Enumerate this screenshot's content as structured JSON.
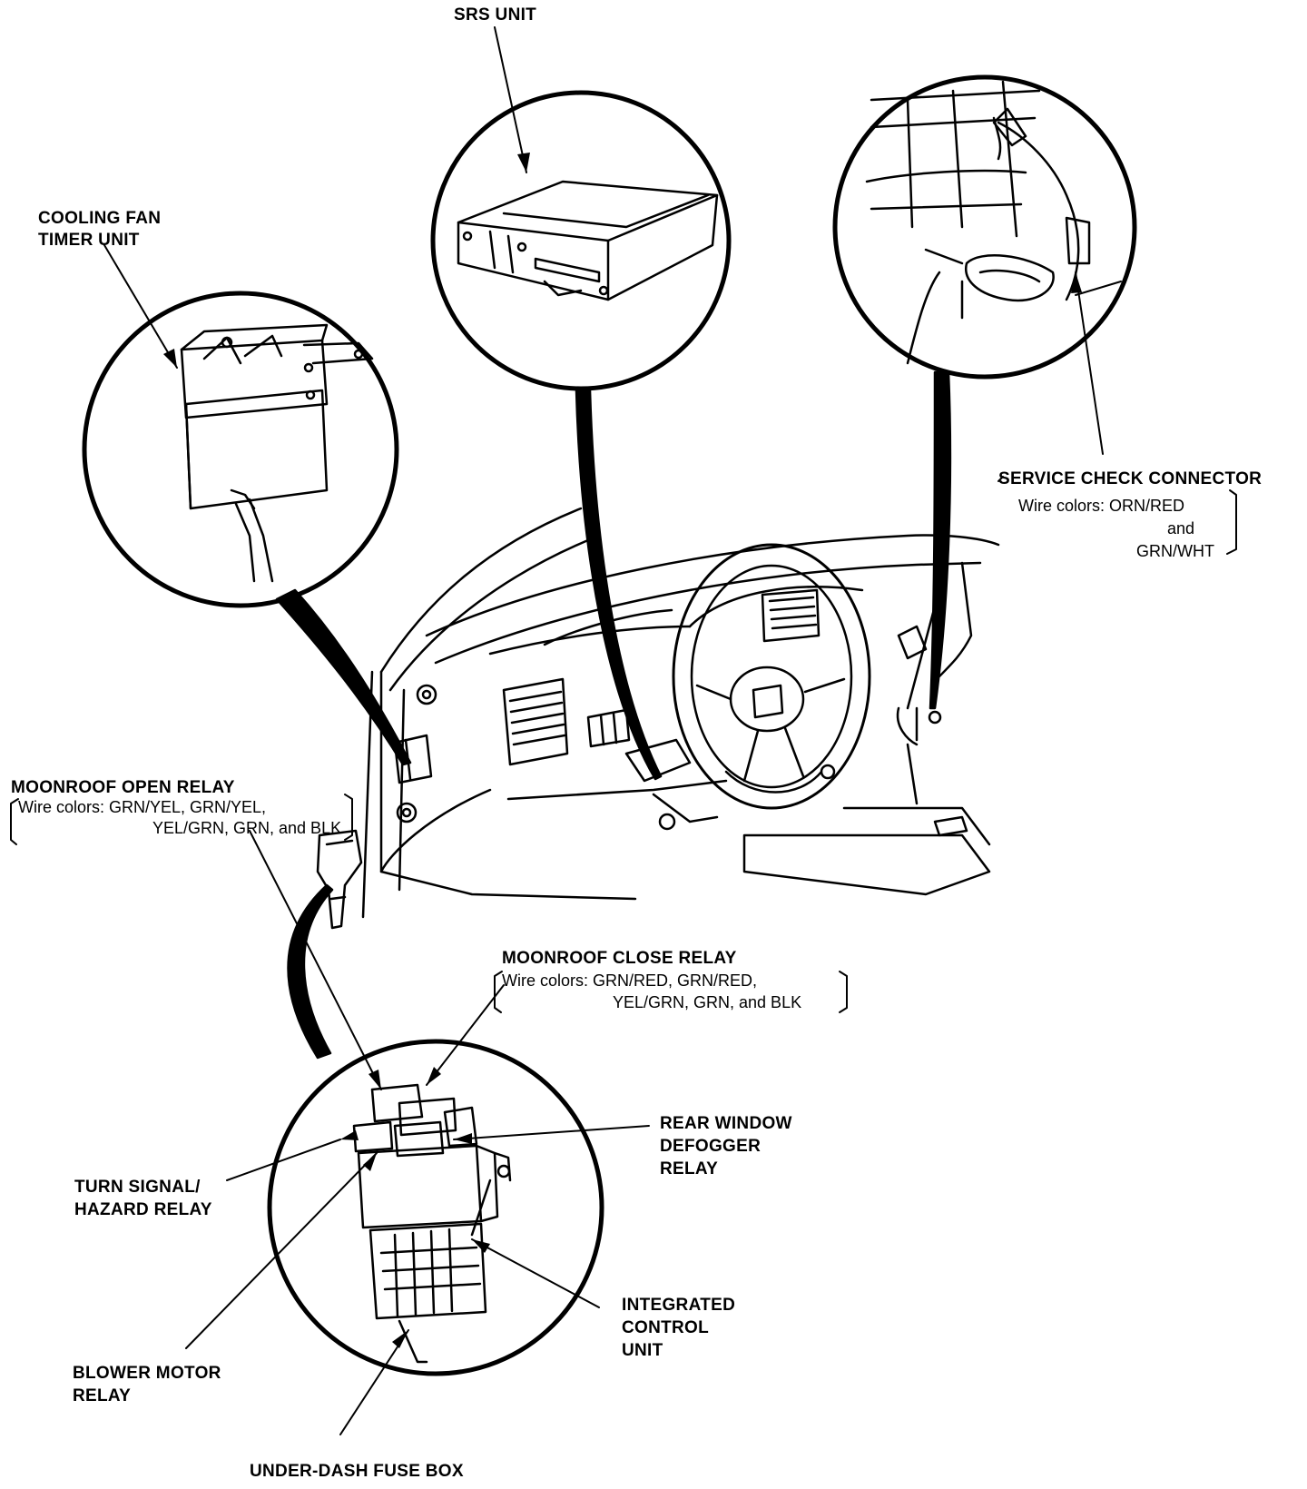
{
  "labels": {
    "srs_unit": "SRS UNIT",
    "cooling_fan_line1": "COOLING FAN",
    "cooling_fan_line2": "TIMER UNIT",
    "service_check": "SERVICE CHECK CONNECTOR",
    "service_check_wire_line1": "Wire colors: ORN/RED",
    "service_check_wire_line2": "and",
    "service_check_wire_line3": "GRN/WHT",
    "moonroof_open": "MOONROOF OPEN RELAY",
    "moonroof_open_wire_line1": "Wire colors: GRN/YEL, GRN/YEL,",
    "moonroof_open_wire_line2": "YEL/GRN, GRN, and BLK",
    "moonroof_close": "MOONROOF CLOSE RELAY",
    "moonroof_close_wire_line1": "Wire colors: GRN/RED, GRN/RED,",
    "moonroof_close_wire_line2": "YEL/GRN, GRN, and BLK",
    "rear_defogger_line1": "REAR WINDOW",
    "rear_defogger_line2": "DEFOGGER",
    "rear_defogger_line3": "RELAY",
    "turn_signal_line1": "TURN SIGNAL/",
    "turn_signal_line2": "HAZARD RELAY",
    "integrated_line1": "INTEGRATED",
    "integrated_line2": "CONTROL",
    "integrated_line3": "UNIT",
    "blower_line1": "BLOWER MOTOR",
    "blower_line2": "RELAY",
    "fuse_box": "UNDER-DASH FUSE BOX"
  }
}
